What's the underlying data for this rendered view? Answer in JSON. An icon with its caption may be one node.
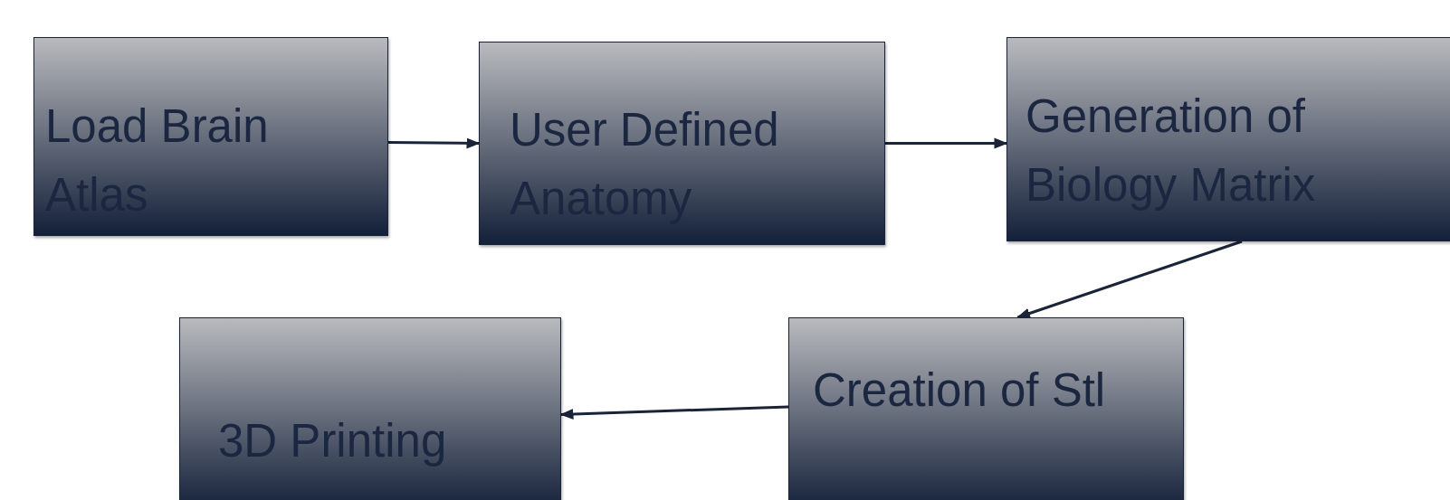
{
  "diagram": {
    "nodes": [
      {
        "text": [
          "Load Brain Atlas"
        ]
      },
      {
        "text": [
          "User Defined Anatomy"
        ]
      },
      {
        "text": [
          "Generation of Biology Matrix"
        ]
      },
      {
        "text": [
          "3D Printing"
        ]
      },
      {
        "text": [
          "Creation of Stl"
        ]
      }
    ],
    "edges": [
      {
        "from": 0,
        "to": 1,
        "arrow": "to"
      },
      {
        "from": 1,
        "to": 2,
        "arrow": "to"
      },
      {
        "from": 2,
        "to": 4,
        "arrow": "to"
      },
      {
        "from": 4,
        "to": 3,
        "arrow": "to"
      }
    ]
  }
}
